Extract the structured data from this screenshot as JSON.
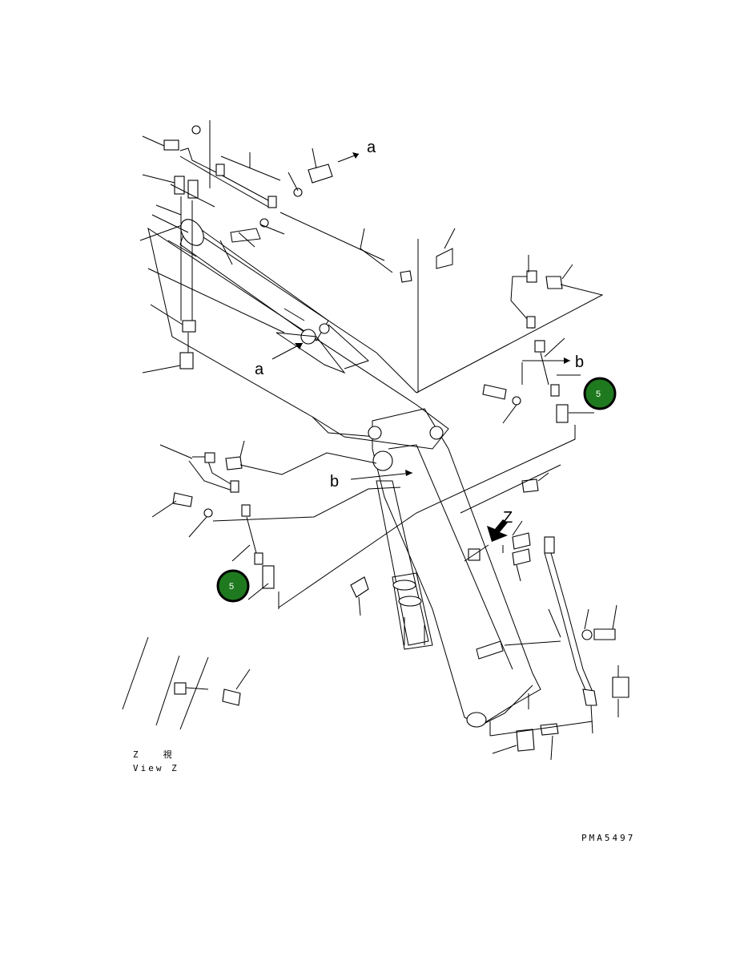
{
  "labels": {
    "a_top": "a",
    "a_mid": "a",
    "b_right": "b",
    "b_mid": "b",
    "z_arrow": "Z",
    "view_z_jp": "Z　　視",
    "view_z_en": "View Z",
    "drawing_code": "PMA5497"
  },
  "callouts": [
    {
      "id": "callout-right",
      "value": "5"
    },
    {
      "id": "callout-left",
      "value": "5"
    }
  ],
  "colors": {
    "callout_fill": "#1f7a1f",
    "callout_ring": "#000000",
    "line": "#000000"
  }
}
